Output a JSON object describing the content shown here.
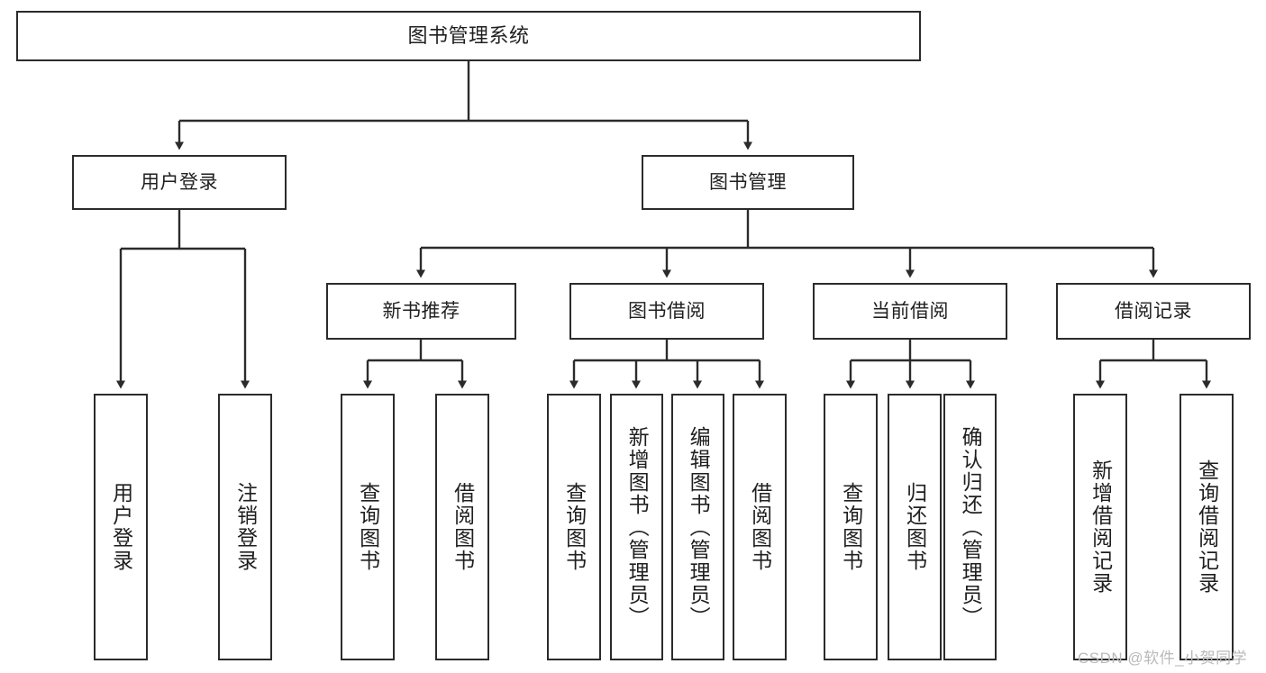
{
  "diagram": {
    "title": "图书管理系统",
    "stroke_color": "#2b2b2b",
    "fill_color": "#ffffff",
    "text_color": "#1f1f1f"
  },
  "root": {
    "label": "图书管理系统"
  },
  "level2": [
    {
      "label": "用户登录"
    },
    {
      "label": "图书管理"
    }
  ],
  "level3": [
    {
      "label": "新书推荐"
    },
    {
      "label": "图书借阅"
    },
    {
      "label": "当前借阅"
    },
    {
      "label": "借阅记录"
    }
  ],
  "leaves": {
    "user_login": [
      {
        "label": "用户登录"
      },
      {
        "label": "注销登录"
      }
    ],
    "new_book": [
      {
        "label": "查询图书"
      },
      {
        "label": "借阅图书"
      }
    ],
    "book_borrow": [
      {
        "label": "查询图书"
      },
      {
        "label": "新增图书（管理员）"
      },
      {
        "label": "编辑图书（管理员）"
      },
      {
        "label": "借阅图书"
      }
    ],
    "current_borrow": [
      {
        "label": "查询图书"
      },
      {
        "label": "归还图书"
      },
      {
        "label": "确认归还（管理员）"
      }
    ],
    "borrow_record": [
      {
        "label": "新增借阅记录"
      },
      {
        "label": "查询借阅记录"
      }
    ]
  },
  "watermark": {
    "text": "CSDN @软件_小贺同学",
    "color": "#b9b9b9"
  }
}
